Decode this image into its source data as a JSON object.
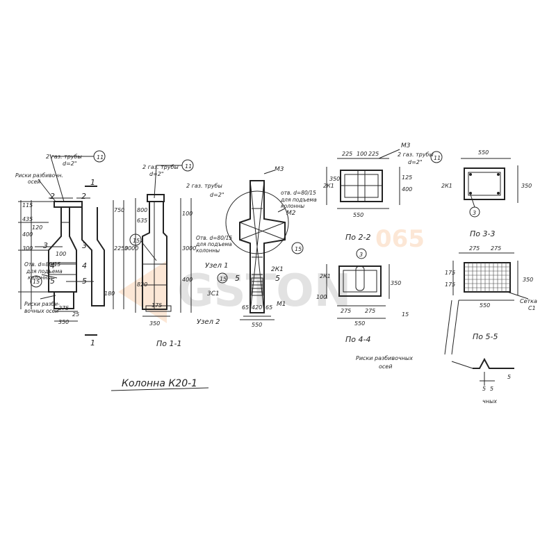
{
  "title": "Колонна К20-1",
  "views": {
    "section_1_1": "По 1-1",
    "section_2_2": "По 2-2",
    "section_3_3": "По 3-3",
    "section_4_4": "По 4-4",
    "section_5_5": "По 5-5"
  },
  "nodes": {
    "node1": "Узел 1",
    "node2": "Узел 2"
  },
  "annotations": {
    "pipe_label_1": "2 газ. трубы",
    "pipe_label_2": "2 газ. трубы",
    "pipe_label_3": "2 газ. трубы",
    "pipe_label_4": "2 газ. трубы",
    "pipe_d": "d=2\"",
    "hole_label": "Отв. d=80/15",
    "hole_label_2": "отв. d=80/15",
    "lifting": "для подъема",
    "column": "колонны",
    "marks_axes_1": "Риски разбивочн.",
    "marks_axes_2": "осей",
    "marks_axes_3": "Риски разби-",
    "marks_axes_4": "вочных осей",
    "marks_axes_long": "Риски разбивочных",
    "mesh": "Сетка",
    "mesh_c1": "С1",
    "part_m1": "М1",
    "part_m2": "М2",
    "part_m3": "М3",
    "part_2k1": "2К1",
    "part_3c1": "3С1",
    "rebar_3": "3",
    "circle_11": "11",
    "circle_15": "15",
    "bottom_note": "чных"
  },
  "dims": {
    "d15": "15",
    "d115": "115",
    "d435": "435",
    "d400": "400",
    "d300": "300",
    "d120": "120",
    "d100": "100",
    "d750": "750",
    "d2250": "2250",
    "d3000": "3000",
    "d275": "275",
    "d350": "350",
    "d180": "180",
    "d25": "25",
    "d175": "175",
    "d820": "820",
    "d800": "800",
    "d635": "635",
    "d65": "65",
    "d420": "420",
    "d550": "550",
    "d225": "225",
    "d125": "125",
    "d5": "5",
    "d1": "1",
    "d2": "2",
    "d3": "3",
    "d4": "4"
  },
  "watermark": "GSTON",
  "watermark_sub": "065"
}
